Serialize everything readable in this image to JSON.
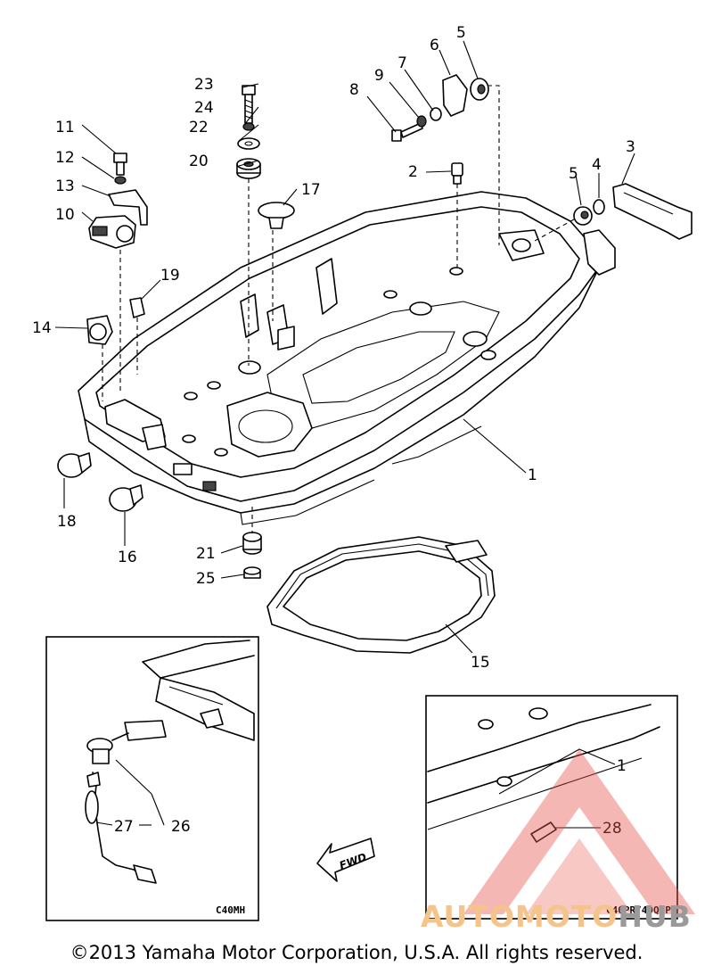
{
  "diagram": {
    "part_labels": {
      "p1_main": "1",
      "p1_inset": "1",
      "p2": "2",
      "p3": "3",
      "p4": "4",
      "p5_top": "5",
      "p5_side": "5",
      "p6": "6",
      "p7": "7",
      "p8": "8",
      "p9": "9",
      "p10": "10",
      "p11": "11",
      "p12": "12",
      "p13": "13",
      "p14": "14",
      "p15": "15",
      "p16": "16",
      "p17": "17",
      "p18": "18",
      "p19": "19",
      "p20": "20",
      "p21": "21",
      "p22": "22",
      "p23": "23",
      "p24": "24",
      "p25": "25",
      "p26": "26",
      "p27": "27",
      "p28": "28"
    },
    "inset_left_caption": "C40MH",
    "inset_right_caption": "C40PR/40QEP",
    "fwd_label": "FWD"
  },
  "copyright": "©2013 Yamaha Motor Corporation, U.S.A. All rights reserved.",
  "watermark": {
    "text_part1": "AUTOMOTO",
    "text_part2": "HUB",
    "color_primary": "#f5c48a",
    "color_secondary": "#9a9a9a",
    "logo_color": "#e8534a"
  }
}
